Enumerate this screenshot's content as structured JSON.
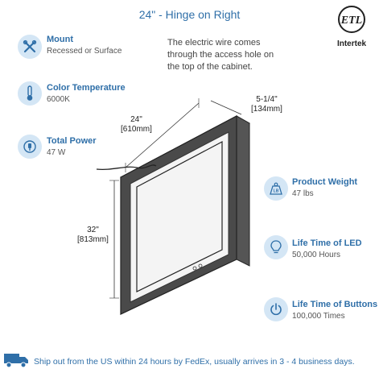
{
  "title": "24\" - Hinge on Right",
  "features_left": [
    {
      "label": "Mount",
      "value": "Recessed or Surface",
      "icon": "tools-icon"
    },
    {
      "label": "Color Temperature",
      "value": "6000K",
      "icon": "thermometer-icon"
    },
    {
      "label": "Total Power",
      "value": "47 W",
      "icon": "power-plug-icon"
    }
  ],
  "features_right": [
    {
      "label": "Product Weight",
      "value": "47 lbs",
      "icon": "weight-icon"
    },
    {
      "label": "Life Time of LED",
      "value": "50,000 Hours",
      "icon": "light-bulb-icon"
    },
    {
      "label": "Life Time of Buttons",
      "value": "100,000 Times",
      "icon": "power-button-icon"
    }
  ],
  "note": "The electric wire comes through the access hole on the top of the cabinet.",
  "dimensions": {
    "width_in": "24\"",
    "width_mm": "[610mm]",
    "depth_in": "5-1/4\"",
    "depth_mm": "[134mm]",
    "height_in": "32\"",
    "height_mm": "[813mm]"
  },
  "certification": {
    "label": "Intertek",
    "mark": "ETL"
  },
  "shipping": "Ship out from the US within 24 hours by FedEx, usually arrives in 3 - 4 business days.",
  "colors": {
    "accent": "#2f6fa8",
    "icon_bg": "#d4e6f5",
    "text": "#555555"
  }
}
